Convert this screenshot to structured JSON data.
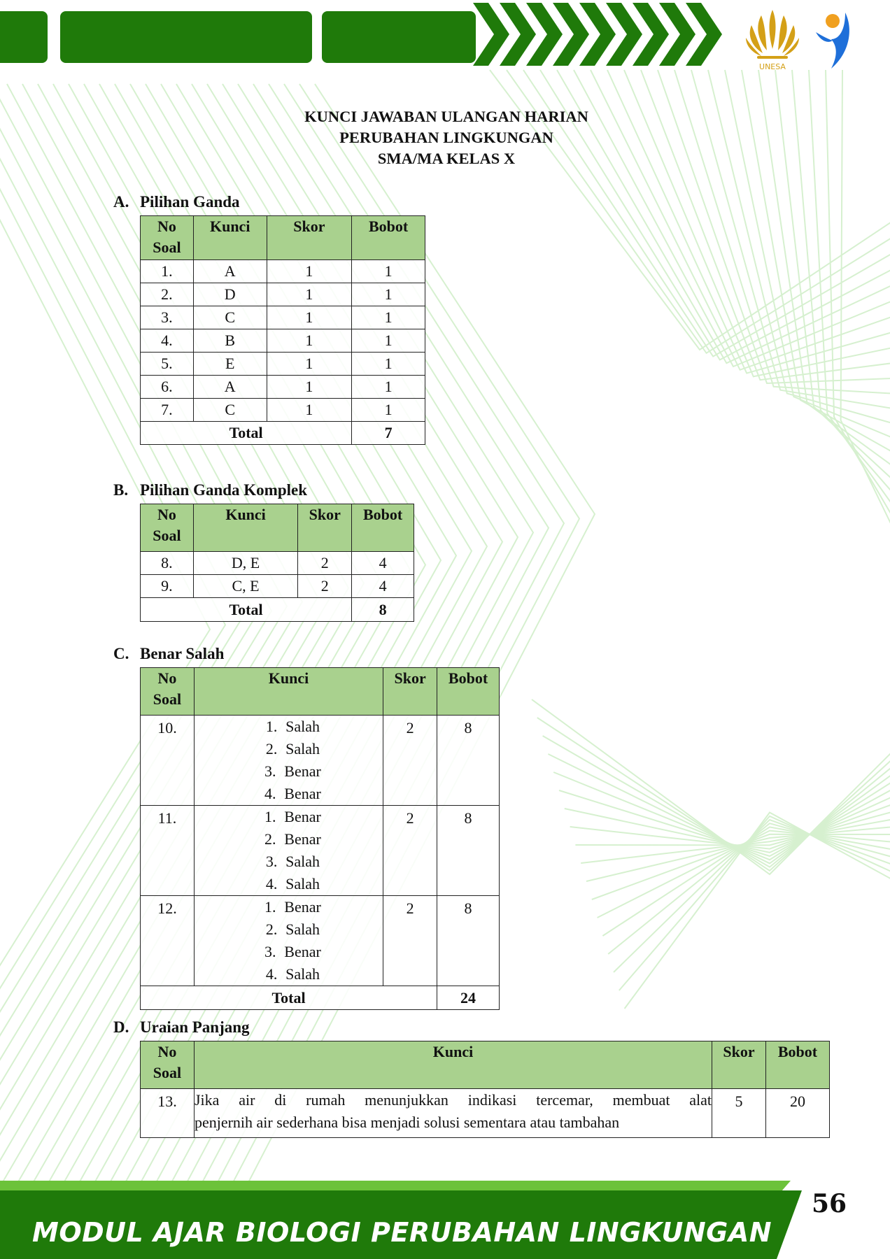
{
  "title": {
    "line1": "KUNCI JAWABAN ULANGAN HARIAN",
    "line2": "PERUBAHAN LINGKUNGAN",
    "line3": "SMA/MA KELAS X"
  },
  "logos": {
    "unesa_text": "UNESA"
  },
  "colors": {
    "dark_green": "#1f7a0a",
    "light_green": "#6cc23a",
    "header_fill": "#a9d18e",
    "gold": "#d4a017",
    "blue": "#1e6fd9"
  },
  "section_a": {
    "letter": "A.",
    "heading": "Pilihan Ganda",
    "headers": {
      "no_line1": "No",
      "no_line2": "Soal",
      "kunci": "Kunci",
      "skor": "Skor",
      "bobot": "Bobot"
    },
    "rows": [
      {
        "no": "1.",
        "kunci": "A",
        "skor": "1",
        "bobot": "1"
      },
      {
        "no": "2.",
        "kunci": "D",
        "skor": "1",
        "bobot": "1"
      },
      {
        "no": "3.",
        "kunci": "C",
        "skor": "1",
        "bobot": "1"
      },
      {
        "no": "4.",
        "kunci": "B",
        "skor": "1",
        "bobot": "1"
      },
      {
        "no": "5.",
        "kunci": "E",
        "skor": "1",
        "bobot": "1"
      },
      {
        "no": "6.",
        "kunci": "A",
        "skor": "1",
        "bobot": "1"
      },
      {
        "no": "7.",
        "kunci": "C",
        "skor": "1",
        "bobot": "1"
      }
    ],
    "total_label": "Total",
    "total_value": "7"
  },
  "section_b": {
    "letter": "B.",
    "heading": "Pilihan Ganda Komplek",
    "headers": {
      "no_line1": "No",
      "no_line2": "Soal",
      "kunci": "Kunci",
      "skor": "Skor",
      "bobot": "Bobot"
    },
    "rows": [
      {
        "no": "8.",
        "kunci": "D, E",
        "skor": "2",
        "bobot": "4"
      },
      {
        "no": "9.",
        "kunci": "C, E",
        "skor": "2",
        "bobot": "4"
      }
    ],
    "total_label": "Total",
    "total_value": "8"
  },
  "section_c": {
    "letter": "C.",
    "heading": "Benar Salah",
    "headers": {
      "no_line1": "No",
      "no_line2": "Soal",
      "kunci": "Kunci",
      "skor": "Skor",
      "bobot": "Bobot"
    },
    "rows": [
      {
        "no": "10.",
        "items": [
          {
            "n": "1.",
            "v": "Salah"
          },
          {
            "n": "2.",
            "v": "Salah"
          },
          {
            "n": "3.",
            "v": "Benar"
          },
          {
            "n": "4.",
            "v": "Benar"
          }
        ],
        "skor": "2",
        "bobot": "8"
      },
      {
        "no": "11.",
        "items": [
          {
            "n": "1.",
            "v": "Benar"
          },
          {
            "n": "2.",
            "v": "Benar"
          },
          {
            "n": "3.",
            "v": "Salah"
          },
          {
            "n": "4.",
            "v": "Salah"
          }
        ],
        "skor": "2",
        "bobot": "8"
      },
      {
        "no": "12.",
        "items": [
          {
            "n": "1.",
            "v": "Benar"
          },
          {
            "n": "2.",
            "v": "Salah"
          },
          {
            "n": "3.",
            "v": "Benar"
          },
          {
            "n": "4.",
            "v": "Salah"
          }
        ],
        "skor": "2",
        "bobot": "8"
      }
    ],
    "total_label": "Total",
    "total_value": "24"
  },
  "section_d": {
    "letter": "D.",
    "heading": "Uraian Panjang",
    "headers": {
      "no_line1": "No",
      "no_line2": "Soal",
      "kunci": "Kunci",
      "skor": "Skor",
      "bobot": "Bobot"
    },
    "rows": [
      {
        "no": "13.",
        "kunci_line1": "Jika air di rumah menunjukkan indikasi tercemar, membuat alat",
        "kunci_line2": "penjernih air sederhana bisa menjadi solusi sementara atau tambahan",
        "skor": "5",
        "bobot": "20"
      }
    ]
  },
  "footer": {
    "module_title": "MODUL AJAR BIOLOGI PERUBAHAN LINGKUNGAN",
    "page_number": "56"
  }
}
